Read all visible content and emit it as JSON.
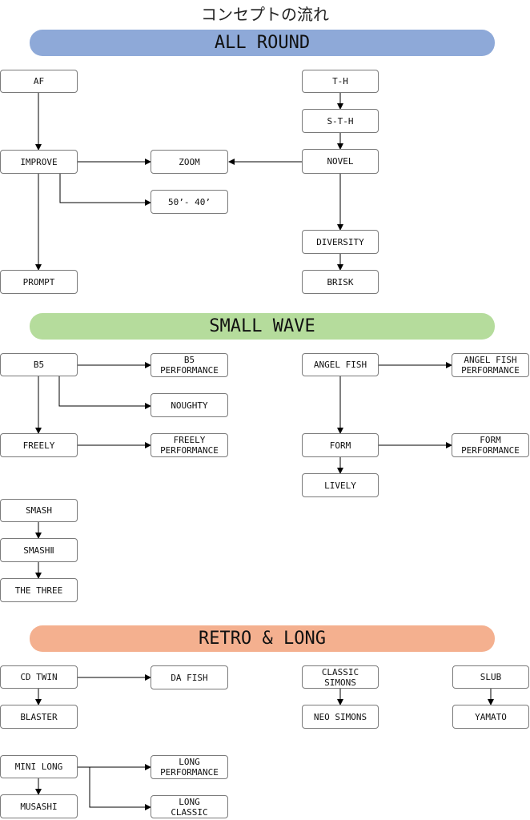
{
  "title": "コンセプトの流れ",
  "sections": {
    "all_round": {
      "label": "ALL ROUND",
      "color": "#8ea9d8"
    },
    "small_wave": {
      "label": "SMALL WAVE",
      "color": "#b5dc9c"
    },
    "retro_long": {
      "label": "RETRO & LONG",
      "color": "#f4b08f"
    }
  },
  "nodes": {
    "af": "AF",
    "improve": "IMPROVE",
    "prompt": "PROMPT",
    "zoom": "ZOOM",
    "fifty_forty": "50’- 40’",
    "th": "T-H",
    "sth": "S-T-H",
    "novel": "NOVEL",
    "diversity": "DIVERSITY",
    "brisk": "BRISK",
    "b5": "B5",
    "b5_performance": "B5\nPERFORMANCE",
    "noughty": "NOUGHTY",
    "freely": "FREELY",
    "freely_performance": "FREELY\nPERFORMANCE",
    "angel_fish": "ANGEL FISH",
    "angel_fish_performance": "ANGEL FISH\nPERFORMANCE",
    "form": "FORM",
    "form_performance": "FORM\nPERFORMANCE",
    "lively": "LIVELY",
    "smash": "SMASH",
    "smash2": "SMASHⅡ",
    "the_three": "THE THREE",
    "cd_twin": "CD TWIN",
    "da_fish": "DA FISH",
    "blaster": "BLASTER",
    "classic_simons": "CLASSIC\n   SIMONS",
    "neo_simons": "NEO SIMONS",
    "slub": "SLUB",
    "yamato": "YAMATO",
    "mini_long": "MINI LONG",
    "musashi": "MUSASHI",
    "long_performance": "LONG\nPERFORMANCE",
    "long_classic": "LONG\n    CLASSIC"
  }
}
